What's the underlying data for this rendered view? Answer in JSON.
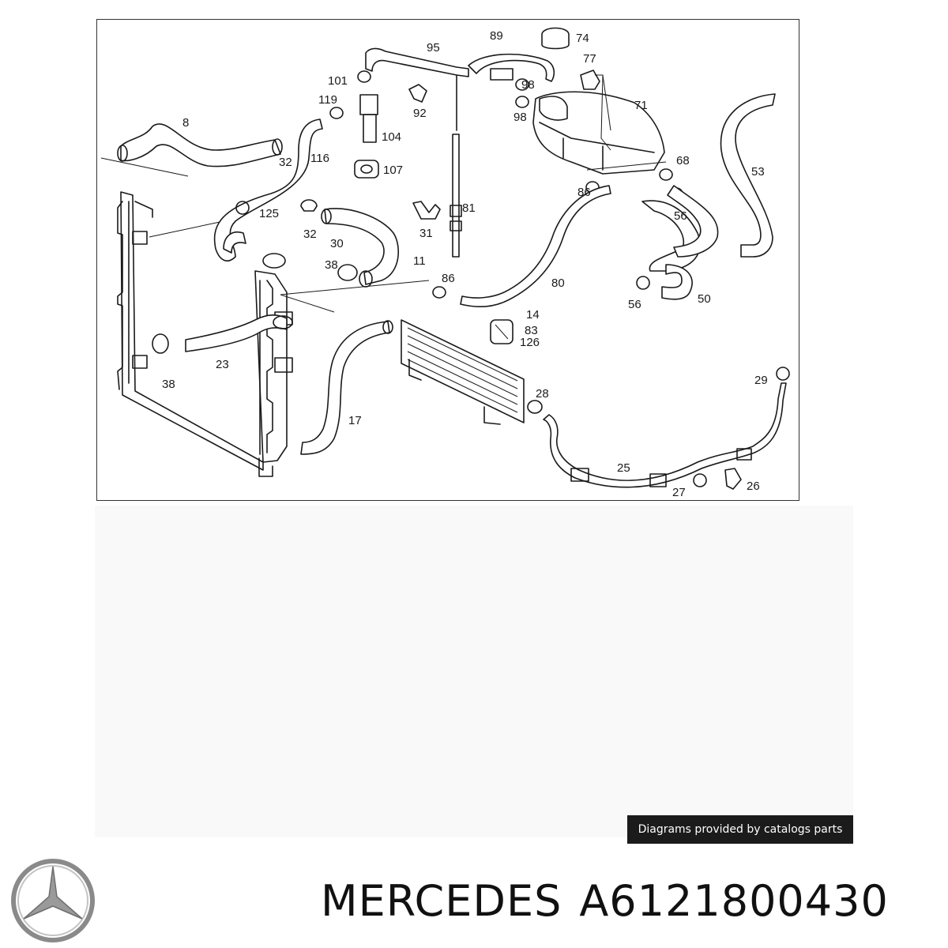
{
  "diagram": {
    "callouts": [
      "8",
      "116",
      "101",
      "119",
      "104",
      "107",
      "95",
      "89",
      "98",
      "98",
      "92",
      "74",
      "77",
      "71",
      "68",
      "53",
      "86",
      "56",
      "125",
      "32",
      "32",
      "30",
      "38",
      "31",
      "81",
      "11",
      "86",
      "80",
      "56",
      "50",
      "14",
      "83",
      "126",
      "23",
      "38",
      "17",
      "28",
      "29",
      "25",
      "27",
      "26"
    ]
  },
  "footer": {
    "credit": "Diagrams provided by catalogs parts",
    "brand": "MERCEDES",
    "part_number": "A6121800430"
  },
  "colors": {
    "ink": "#1a1a1a",
    "badge_bg": "#1b1b1b",
    "badge_text": "#ffffff",
    "backdrop": "#f9f9f9"
  },
  "icons": {
    "logo": "mercedes-star-logo"
  }
}
